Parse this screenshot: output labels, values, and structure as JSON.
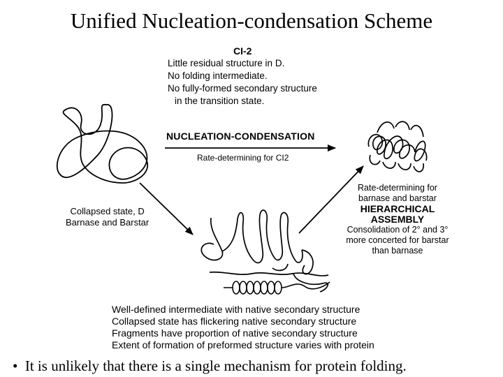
{
  "title": "Unified Nucleation-condensation Scheme",
  "ci2": {
    "heading": "CI-2",
    "lines": [
      "Little residual structure in D.",
      "No folding intermediate.",
      "No fully-formed secondary structure",
      "in the transition state."
    ]
  },
  "nucleation": {
    "label": "NUCLEATION-CONDENSATION",
    "sublabel": "Rate-determining for CI2"
  },
  "collapsed_state": {
    "line1": "Collapsed state, D",
    "line2": "Barnase and Barstar"
  },
  "hierarchical": {
    "pre1": "Rate-determining for",
    "pre2": "barnase and barstar",
    "label1": "HIERARCHICAL",
    "label2": "ASSEMBLY",
    "post1": "Consolidation of 2° and 3°",
    "post2": "more concerted for barstar",
    "post3": "than barnase"
  },
  "intermediate": {
    "lines": [
      "Well-defined intermediate with native secondary structure",
      "Collapsed state has flickering native secondary structure",
      "Fragments have proportion of native secondary structure",
      "Extent of formation of preformed structure varies with protein"
    ]
  },
  "bullet": "It is unlikely that there is a single mechanism for protein folding.",
  "bullet_symbol": "•"
}
